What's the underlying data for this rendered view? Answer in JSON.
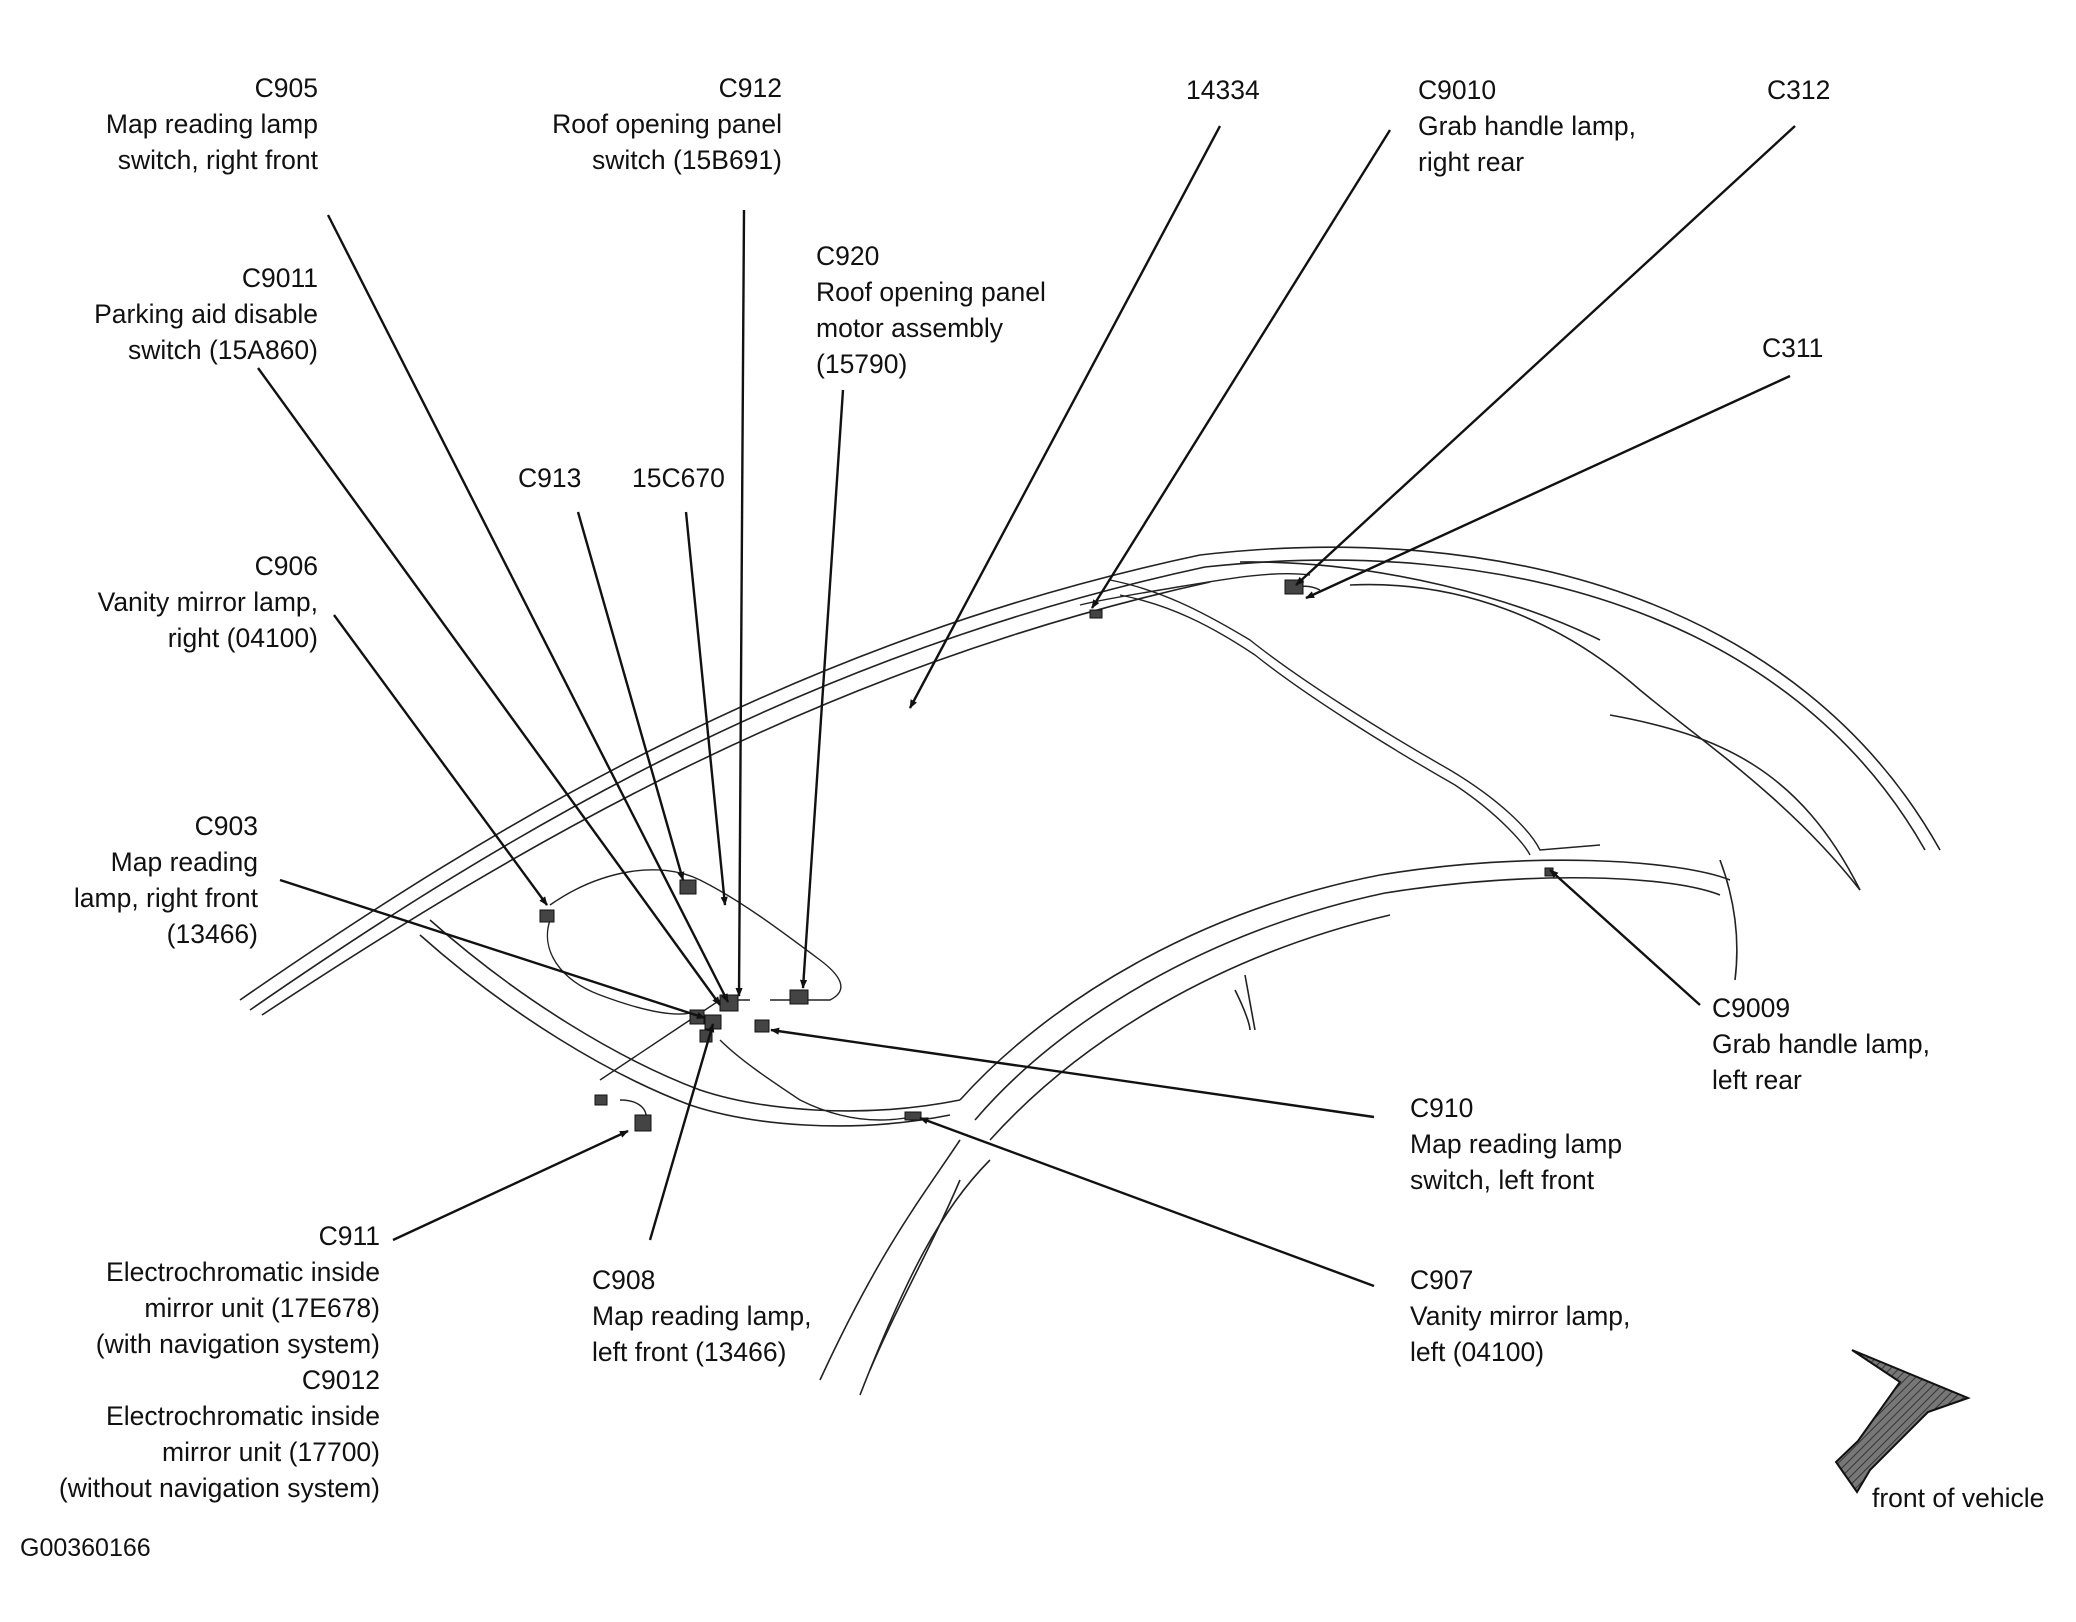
{
  "callouts": {
    "c905": {
      "id": "C905",
      "desc": [
        "Map reading lamp",
        "switch, right front"
      ]
    },
    "c912": {
      "id": "C912",
      "desc": [
        "Roof opening panel",
        "switch (15B691)"
      ]
    },
    "p14334": {
      "id": "14334",
      "desc": []
    },
    "c9010": {
      "id": "C9010",
      "desc": [
        "Grab handle lamp,",
        "right rear"
      ]
    },
    "c312": {
      "id": "C312",
      "desc": []
    },
    "c9011": {
      "id": "C9011",
      "desc": [
        "Parking aid disable",
        "switch (15A860)"
      ]
    },
    "c920": {
      "id": "C920",
      "desc": [
        "Roof opening panel",
        "motor assembly",
        "(15790)"
      ]
    },
    "c311": {
      "id": "C311",
      "desc": []
    },
    "c913": {
      "id": "C913",
      "desc": []
    },
    "p15c670": {
      "id": "15C670",
      "desc": []
    },
    "c906": {
      "id": "C906",
      "desc": [
        "Vanity mirror lamp,",
        "right (04100)"
      ]
    },
    "c903": {
      "id": "C903",
      "desc": [
        "Map reading",
        "lamp, right front",
        "(13466)"
      ]
    },
    "c9009": {
      "id": "C9009",
      "desc": [
        "Grab handle lamp,",
        "left rear"
      ]
    },
    "c910": {
      "id": "C910",
      "desc": [
        "Map reading lamp",
        "switch, left front"
      ]
    },
    "c911": {
      "id": "C911",
      "desc": [
        "Electrochromatic inside",
        "mirror unit (17E678)",
        "(with navigation system)"
      ]
    },
    "c9012": {
      "id": "C9012",
      "desc": [
        "Electrochromatic inside",
        "mirror unit (17700)",
        "(without navigation system)"
      ]
    },
    "c908": {
      "id": "C908",
      "desc": [
        "Map reading lamp,",
        "left front (13466)"
      ]
    },
    "c907": {
      "id": "C907",
      "desc": [
        "Vanity mirror lamp,",
        "left (04100)"
      ]
    }
  },
  "orientation": {
    "label": "front of vehicle"
  },
  "figure_id": "G00360166"
}
